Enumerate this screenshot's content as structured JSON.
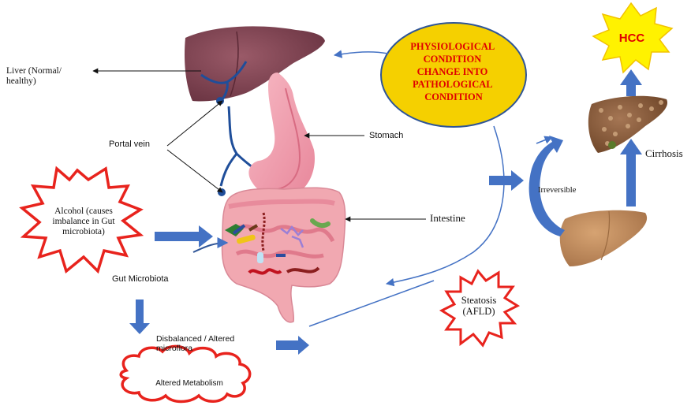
{
  "labels": {
    "liver_normal": "Liver (Normal/ healthy)",
    "portal_vein": "Portal vein",
    "stomach": "Stomach",
    "intestine": "Intestine",
    "gut_microbiota": "Gut Microbiota",
    "alcohol": "Alcohol (causes imbalance in Gut microbiota)",
    "disbalanced": "Disbalanced  / Altered microflora",
    "altered_metabolism": "Altered Metabolism",
    "steatosis": "Steatosis (AFLD)",
    "irreversible": "Irreversible",
    "cirrhosis": "Cirrhosis",
    "hcc": "HCC",
    "physiological": "PHYSIOLOGICAL CONDITION CHANGE INTO PATHOLOGICAL CONDITION"
  },
  "colors": {
    "arrow_blue": "#4472c4",
    "burst_red": "#e8231d",
    "ellipse_fill": "#f5d000",
    "ellipse_stroke": "#2f5597",
    "ellipse_text": "#e00000",
    "hcc_fill": "#fff200",
    "hcc_text": "#e00000",
    "liver_healthy": "#7a4350",
    "liver_fatty": "#c08a5a",
    "liver_cirrhotic": "#8a5a3a",
    "stomach": "#f4a6b4",
    "intestine": "#f1a8b1"
  }
}
